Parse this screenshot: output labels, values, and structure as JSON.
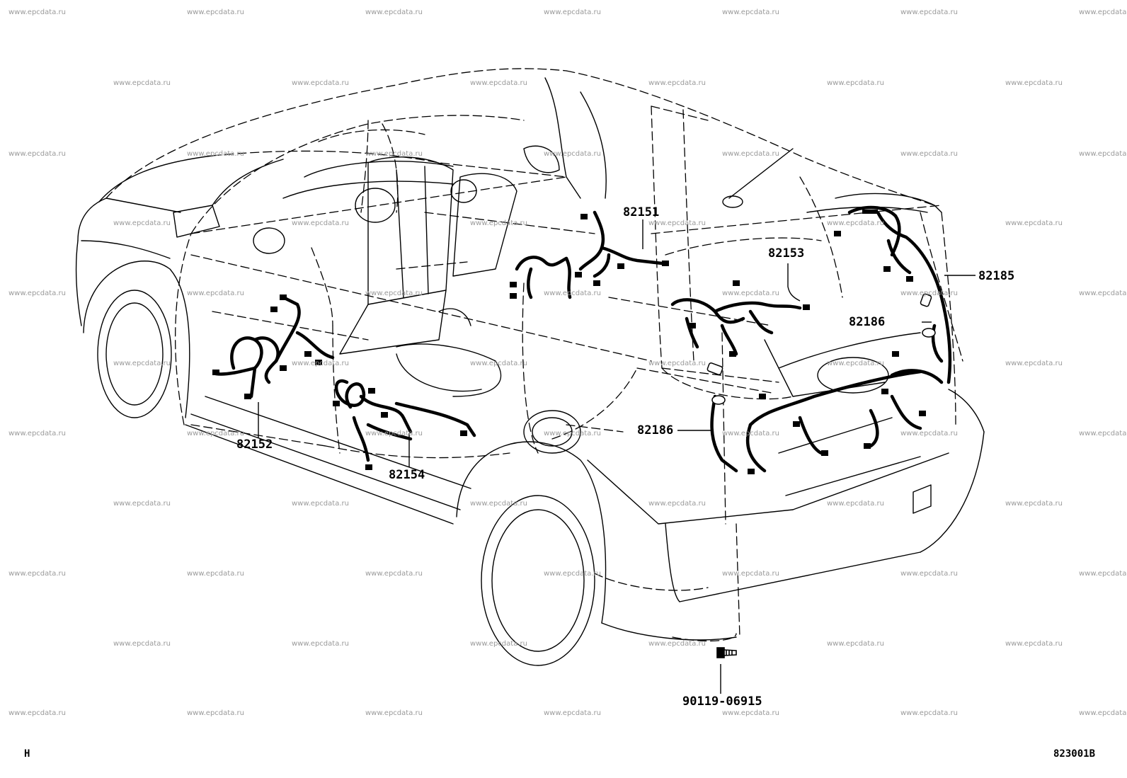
{
  "diagram": {
    "watermark_text": "www.epcdata.ru",
    "part_numbers": {
      "p82151": "82151",
      "p82152": "82152",
      "p82153": "82153",
      "p82154": "82154",
      "p82185": "82185",
      "p82186_upper": "82186",
      "p82186_lower": "82186",
      "p9011906915": "90119-06915"
    },
    "footer_left": "H",
    "footer_right": "823001B"
  }
}
